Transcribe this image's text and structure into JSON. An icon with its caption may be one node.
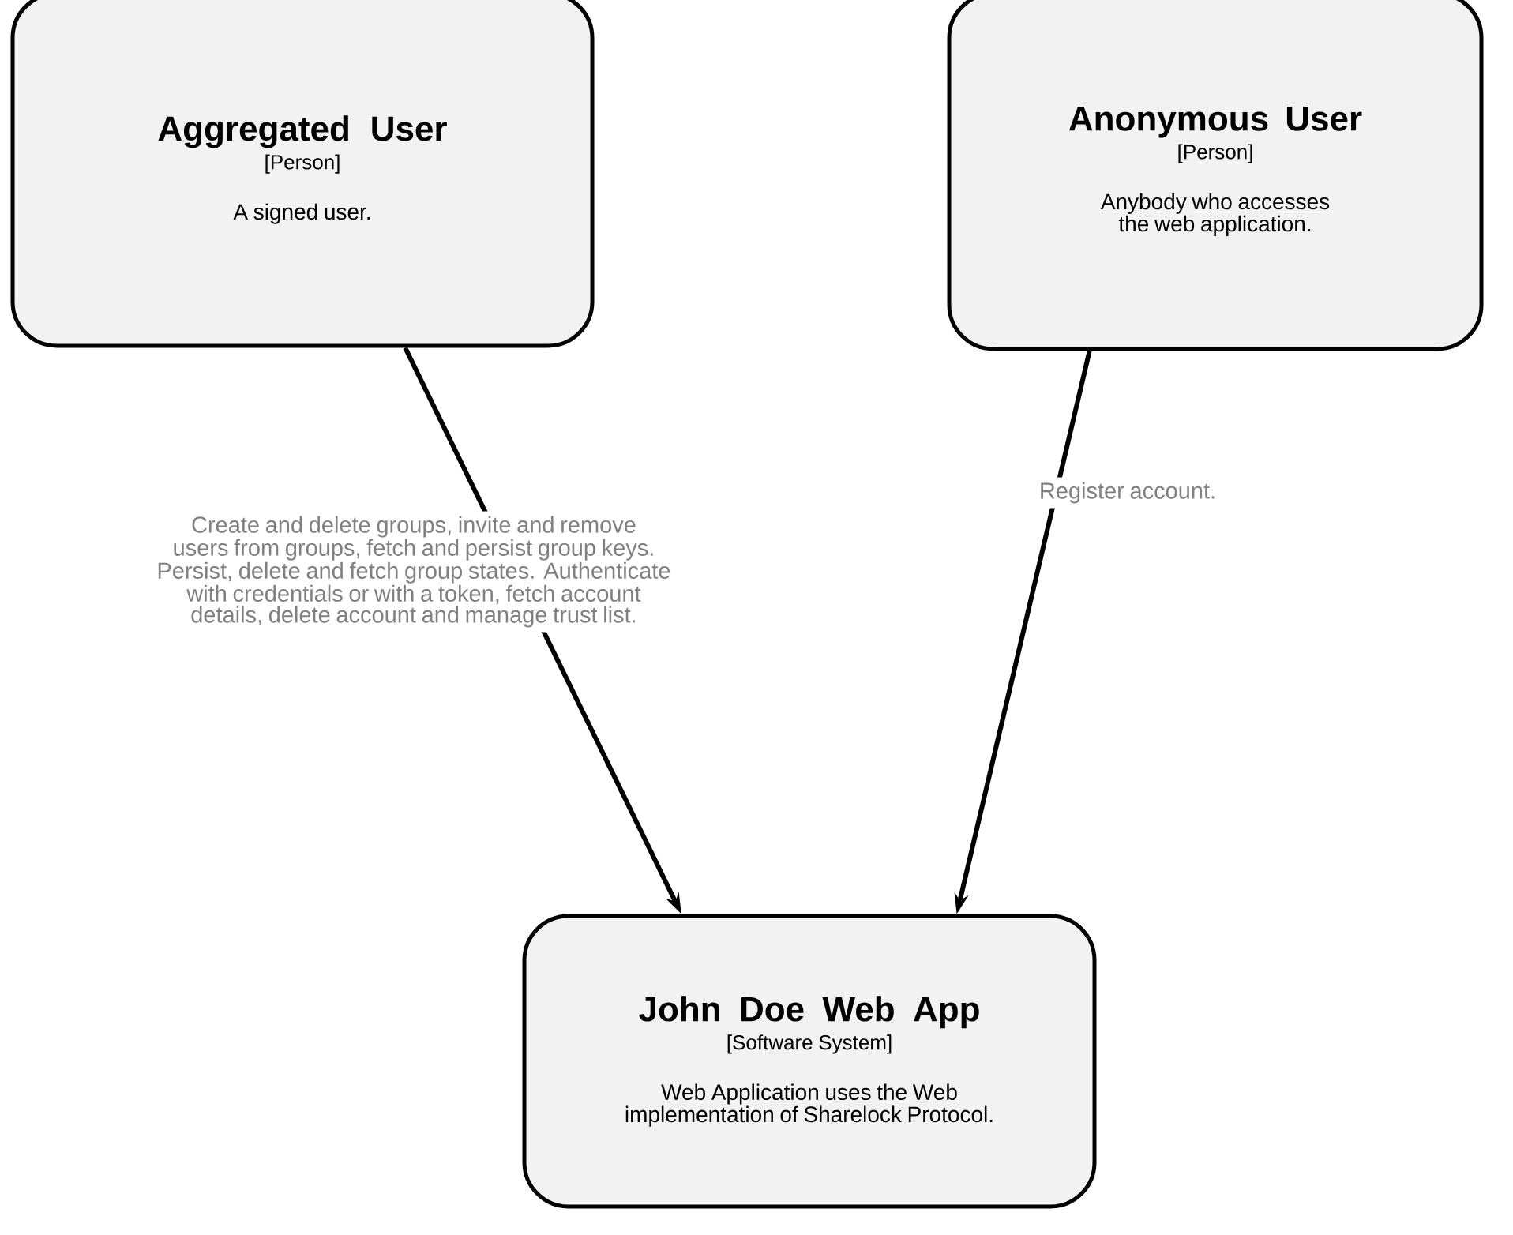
{
  "diagram": {
    "nodes": [
      {
        "text": [
          "Aggregated User",
          "[Person]",
          "A signed user."
        ]
      },
      {
        "text": [
          "Anonymous User",
          "[Person]",
          "Anybody who accesses the web application."
        ]
      },
      {
        "text": [
          "John Doe Web App",
          "[Software System]",
          "Web Application uses the Web implementation of Sharelock Protocol."
        ]
      }
    ],
    "edges": [
      {
        "from": 0,
        "to": 2,
        "arrow": "to",
        "label": "Create and delete groups, invite and remove users from groups, fetch and persist group keys. Persist, delete and fetch group states. Authenticate with credentials or with a token, fetch account details, delete account and manage trust list."
      },
      {
        "from": 1,
        "to": 2,
        "arrow": "to",
        "label": "Register account."
      }
    ]
  }
}
